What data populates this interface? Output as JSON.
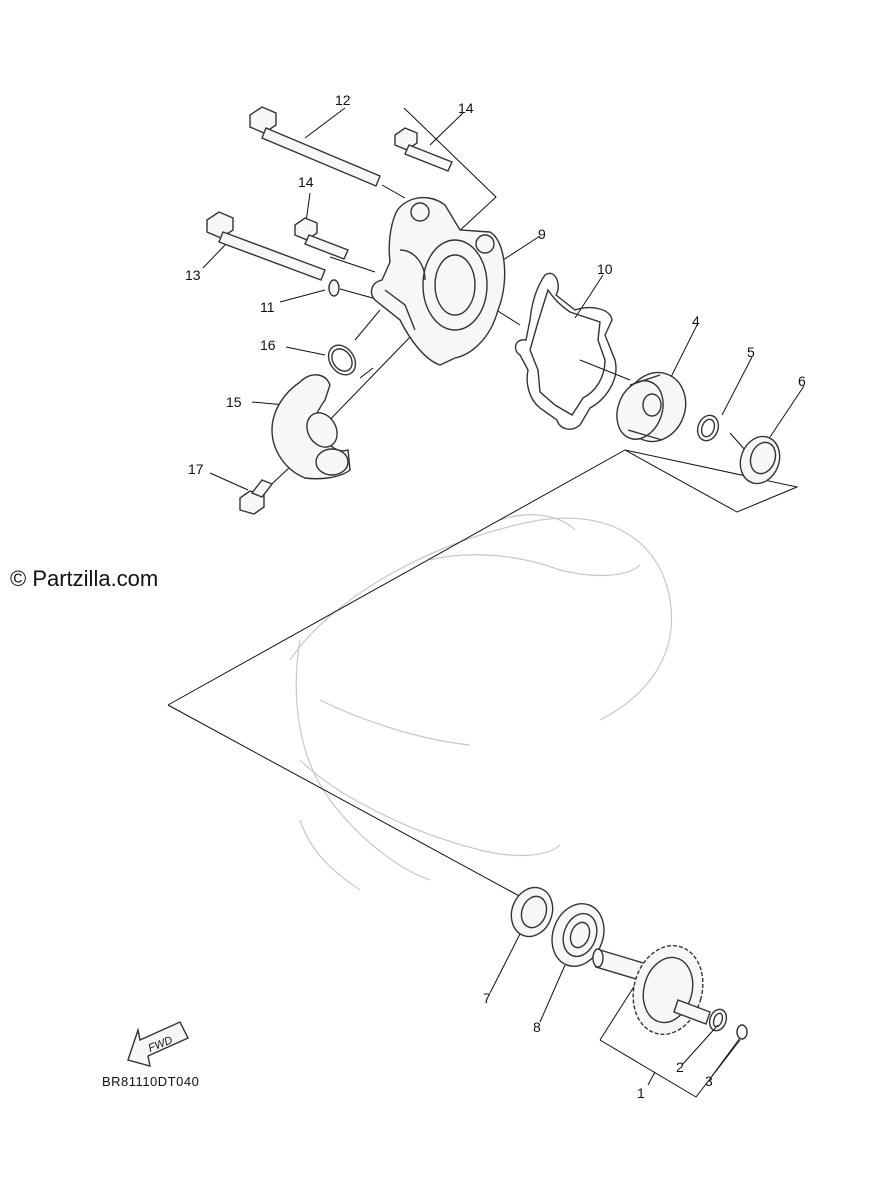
{
  "watermark": "© Partzilla.com",
  "diagram_code": "BR81110DT040",
  "fwd_label": "FWD",
  "callouts": {
    "c1": "1",
    "c2": "2",
    "c3": "3",
    "c4": "4",
    "c5": "5",
    "c6": "6",
    "c7": "7",
    "c8": "8",
    "c9": "9",
    "c10": "10",
    "c11": "11",
    "c12": "12",
    "c13": "13",
    "c14a": "14",
    "c14b": "14",
    "c15": "15",
    "c16": "16",
    "c17": "17"
  }
}
